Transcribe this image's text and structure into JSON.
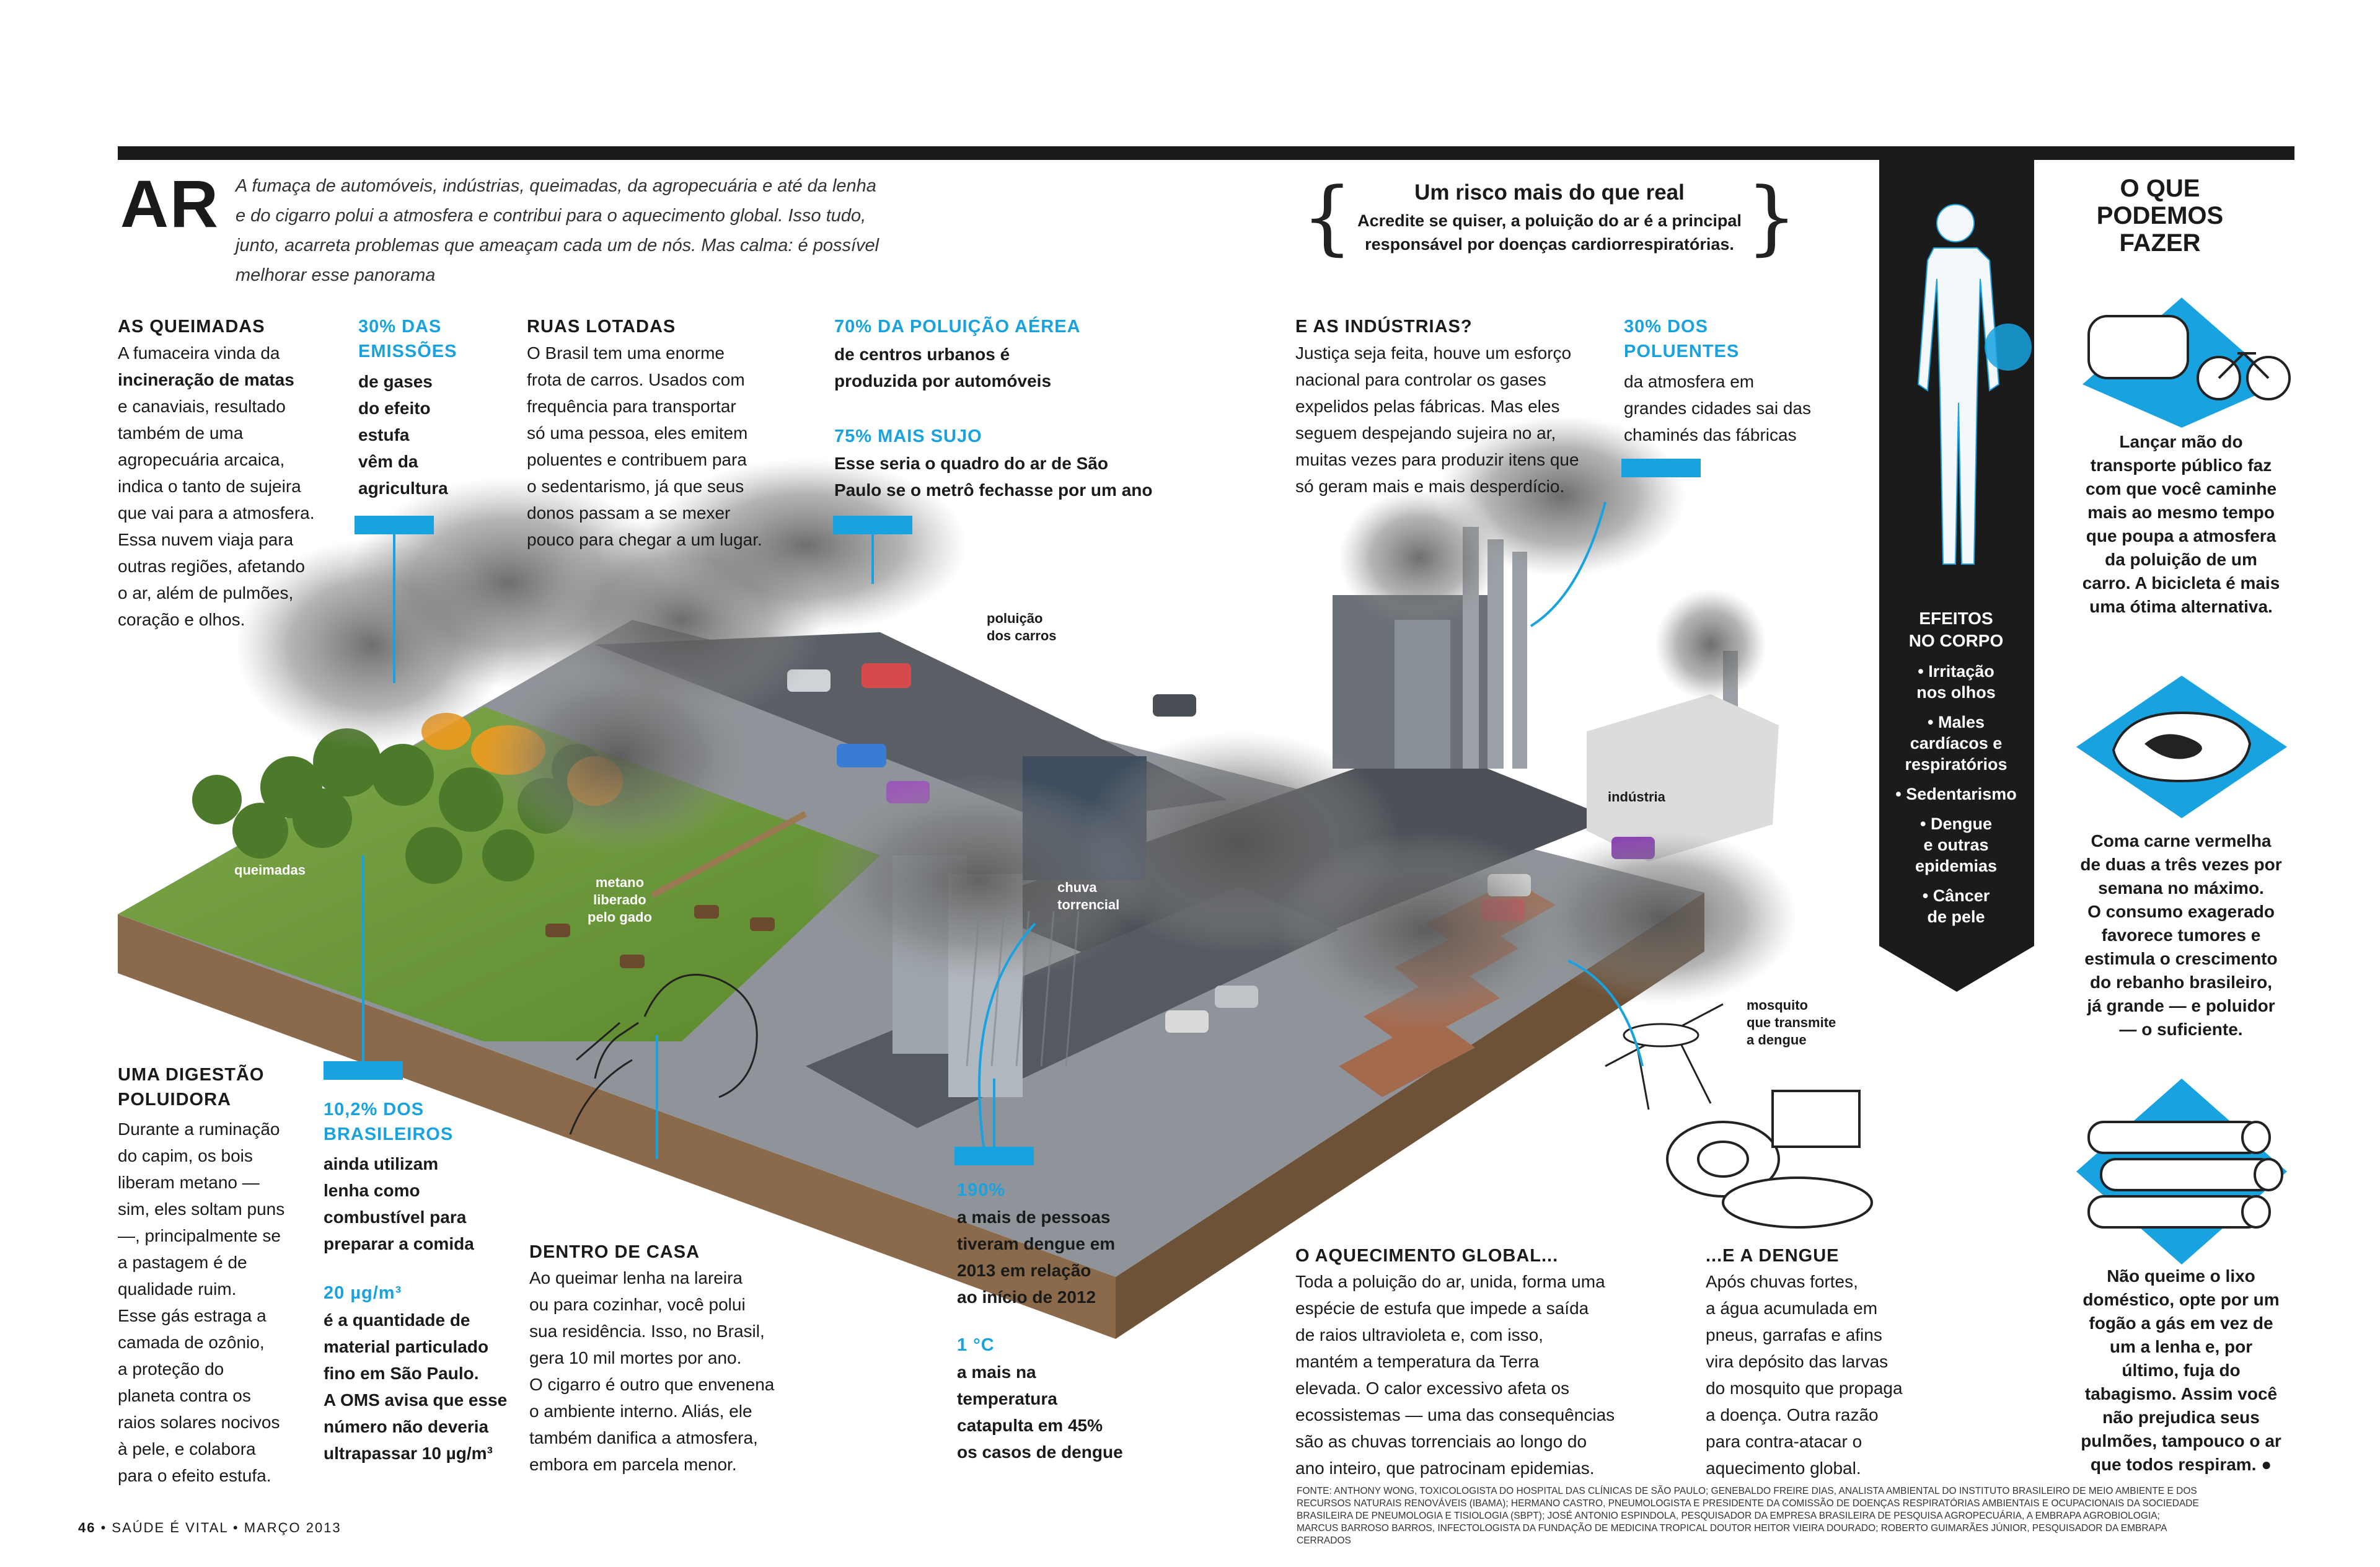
{
  "header": {
    "title": "AR",
    "intro": "A fumaça de automóveis, indústrias, queimadas, da agropecuária e até da lenha e do cigarro polui a atmosfera e contribui para o aquecimento global. Isso tudo, junto, acarreta problemas que ameaçam cada um de nós. Mas calma: é possível melhorar esse panorama"
  },
  "risk": {
    "title": "Um risco mais do que real",
    "text": "Acredite se quiser, a poluição do ar é a principal responsável por doenças cardiorrespiratórias."
  },
  "queimadas": {
    "title": "AS QUEIMADAS",
    "lines": [
      "A fumaceira vinda da",
      "incineração de matas",
      "e canaviais, resultado",
      "também de uma",
      "agropecuária arcaica,",
      "indica o tanto de sujeira",
      "que vai para a atmosfera.",
      "Essa nuvem viaja para",
      "outras regiões, afetando",
      "o ar, além de pulmões,",
      "coração e olhos."
    ]
  },
  "emissoes": {
    "title_lines": [
      "30% DAS",
      "EMISSÕES"
    ],
    "lines": [
      "de gases",
      "do efeito",
      "estufa",
      "vêm da",
      "agricultura"
    ]
  },
  "ruas": {
    "title": "RUAS LOTADAS",
    "lines": [
      "O Brasil tem uma enorme",
      "frota de carros. Usados com",
      "frequência para transportar",
      "só uma pessoa, eles emitem",
      "poluentes e contribuem para",
      "o sedentarismo, já que seus",
      "donos passam a se mexer",
      "pouco para chegar a um lugar."
    ]
  },
  "poluicao_aerea": {
    "title": "70% DA POLUIÇÃO AÉREA",
    "lines": [
      "de centros urbanos é",
      "produzida por automóveis"
    ],
    "title2": "75% MAIS SUJO",
    "lines2": [
      "Esse seria o quadro do ar de São",
      "Paulo se o metrô fechasse por um ano"
    ]
  },
  "industrias": {
    "title": "E AS INDÚSTRIAS?",
    "lines": [
      "Justiça seja feita, houve um esforço",
      "nacional para controlar os gases",
      "expelidos pelas fábricas. Mas eles",
      "seguem despejando sujeira no ar,",
      "muitas vezes para produzir itens que",
      "só geram mais e mais desperdício."
    ]
  },
  "poluentes": {
    "title_lines": [
      "30% DOS",
      "POLUENTES"
    ],
    "lines": [
      "da atmosfera em",
      "grandes cidades sai das",
      "chaminés das fábricas"
    ]
  },
  "labels": {
    "queimadas": "queimadas",
    "metano": [
      "metano",
      "liberado",
      "pelo gado"
    ],
    "carros": [
      "poluição",
      "dos carros"
    ],
    "chuva": [
      "chuva",
      "torrencial"
    ],
    "industria": "indústria",
    "mosquito": [
      "mosquito",
      "que transmite",
      "a dengue"
    ]
  },
  "digestao": {
    "title_lines": [
      "UMA DIGESTÃO",
      "POLUIDORA"
    ],
    "lines": [
      "Durante a ruminação",
      "do capim, os bois",
      "liberam metano —",
      "sim, eles soltam puns",
      "—, principalmente se",
      "a pastagem é de",
      "qualidade ruim.",
      "Esse gás estraga a",
      "camada de ozônio,",
      "a proteção do",
      "planeta contra os",
      "raios solares nocivos",
      "à pele, e colabora",
      "para o efeito estufa."
    ]
  },
  "brasileiros": {
    "title_lines": [
      "10,2% DOS",
      "BRASILEIROS"
    ],
    "lines": [
      "ainda utilizam",
      "lenha como",
      "combustível para",
      "preparar a comida"
    ],
    "title2": "20 µg/m³",
    "lines2": [
      "é a quantidade de",
      "material particulado",
      "fino em São Paulo.",
      "A OMS avisa que esse",
      "número não deveria",
      "ultrapassar 10 µg/m³"
    ]
  },
  "casa": {
    "title": "DENTRO DE CASA",
    "lines": [
      "Ao queimar lenha na lareira",
      "ou para cozinhar, você polui",
      "sua residência. Isso, no Brasil,",
      "gera 10 mil mortes por ano.",
      "O cigarro é outro que envenena",
      "o ambiente interno. Aliás, ele",
      "também danifica a atmosfera,",
      "embora em parcela menor."
    ]
  },
  "dengue_stats": {
    "title": "190%",
    "lines": [
      "a mais de pessoas",
      "tiveram dengue em",
      "2013 em relação",
      "ao início de 2012"
    ],
    "title2": "1 °C",
    "lines2": [
      "a mais na",
      "temperatura",
      "catapulta em 45%",
      "os casos de dengue"
    ]
  },
  "aquecimento": {
    "title": "O AQUECIMENTO GLOBAL...",
    "lines": [
      "Toda a poluição do ar, unida, forma uma",
      "espécie de estufa que impede a saída",
      "de raios ultravioleta e, com isso,",
      "mantém a temperatura da Terra",
      "elevada. O calor excessivo afeta os",
      "ecossistemas — uma das consequências",
      "são as chuvas torrenciais ao longo do",
      "ano inteiro, que patrocinam epidemias."
    ]
  },
  "dengue": {
    "title": "...E A DENGUE",
    "lines": [
      "Após chuvas fortes,",
      "a água acumulada em",
      "pneus, garrafas e afins",
      "vira depósito das larvas",
      "do mosquito que propaga",
      "a doença. Outra razão",
      "para contra-atacar o",
      "aquecimento global."
    ]
  },
  "efeitos": {
    "title_lines": [
      "EFEITOS",
      "NO CORPO"
    ],
    "items": [
      [
        "• Irritação",
        "nos olhos"
      ],
      [
        "• Males",
        "cardíacos e",
        "respiratórios"
      ],
      [
        "• Sedentarismo"
      ],
      [
        "• Dengue",
        "e outras",
        "epidemias"
      ],
      [
        "• Câncer",
        "de pele"
      ]
    ]
  },
  "fazer": {
    "title_lines": [
      "O QUE",
      "PODEMOS",
      "FAZER"
    ],
    "p1": [
      "Lançar mão do",
      "transporte público faz",
      "com que você caminhe",
      "mais ao mesmo tempo",
      "que poupa a atmosfera",
      "da poluição de um",
      "carro. A bicicleta é mais",
      "uma ótima alternativa."
    ],
    "p2": [
      "Coma carne vermelha",
      "de duas a três vezes por",
      "semana no máximo.",
      "O consumo exagerado",
      "favorece tumores e",
      "estimula o crescimento",
      "do rebanho brasileiro,",
      "já grande — e poluidor",
      "— o suficiente."
    ],
    "p3": [
      "Não queime o lixo",
      "doméstico, opte por um",
      "fogão a gás em vez de",
      "um a lenha e, por",
      "último, fuja do",
      "tabagismo. Assim você",
      "não prejudica seus",
      "pulmões, tampouco o ar",
      "que todos respiram. ●"
    ]
  },
  "fonte": "FONTE: ANTHONY WONG, TOXICOLOGISTA DO HOSPITAL DAS CLÍNICAS DE SÃO PAULO; GENEBALDO FREIRE DIAS, ANALISTA AMBIENTAL DO INSTITUTO BRASILEIRO DE MEIO AMBIENTE E DOS RECURSOS NATURAIS RENOVÁVEIS (IBAMA); HERMANO CASTRO, PNEUMOLOGISTA E PRESIDENTE DA COMISSÃO DE DOENÇAS RESPIRATÓRIAS AMBIENTAIS E OCUPACIONAIS DA SOCIEDADE BRASILEIRA DE PNEUMOLOGIA E TISIOLOGIA (SBPT); JOSÉ ANTONIO ESPINDOLA, PESQUISADOR DA EMPRESA BRASILEIRA DE PESQUISA AGROPECUÁRIA, A EMBRAPA AGROBIOLOGIA; MARCUS BARROSO BARROS, INFECTOLOGISTA DA FUNDAÇÃO DE MEDICINA TROPICAL DOUTOR HEITOR VIEIRA DOURADO; ROBERTO GUIMARÃES JÚNIOR, PESQUISADOR DA EMBRAPA CERRADOS",
  "footer": {
    "page": "46",
    "text": "• SAÚDE É VITAL • MARÇO 2013"
  },
  "colors": {
    "accent": "#18a3e0",
    "dark": "#1b1b1b"
  }
}
